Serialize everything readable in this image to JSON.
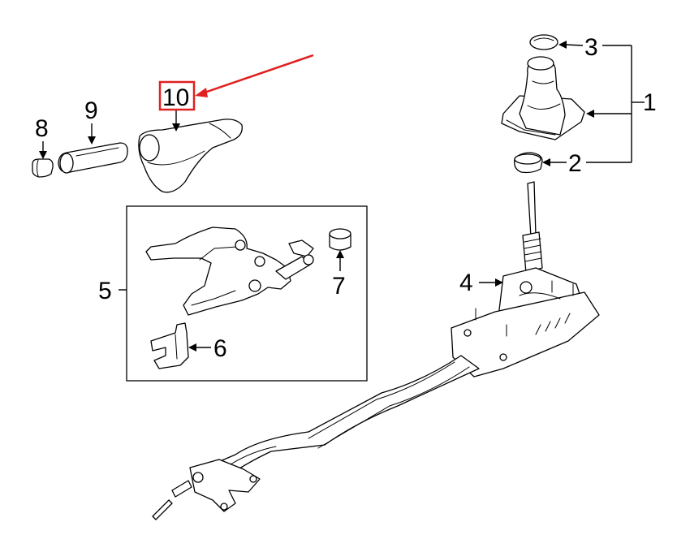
{
  "callouts": [
    {
      "id": "1",
      "label": "1"
    },
    {
      "id": "2",
      "label": "2"
    },
    {
      "id": "3",
      "label": "3"
    },
    {
      "id": "4",
      "label": "4"
    },
    {
      "id": "5",
      "label": "5"
    },
    {
      "id": "6",
      "label": "6"
    },
    {
      "id": "7",
      "label": "7"
    },
    {
      "id": "8",
      "label": "8"
    },
    {
      "id": "9",
      "label": "9"
    },
    {
      "id": "10",
      "label": "10"
    }
  ],
  "highlight": {
    "callout": "10",
    "color": "#e02020"
  },
  "colors": {
    "line": "#000000",
    "background": "#ffffff",
    "fill": "#ffffff",
    "shade": "#d8d8d8"
  }
}
